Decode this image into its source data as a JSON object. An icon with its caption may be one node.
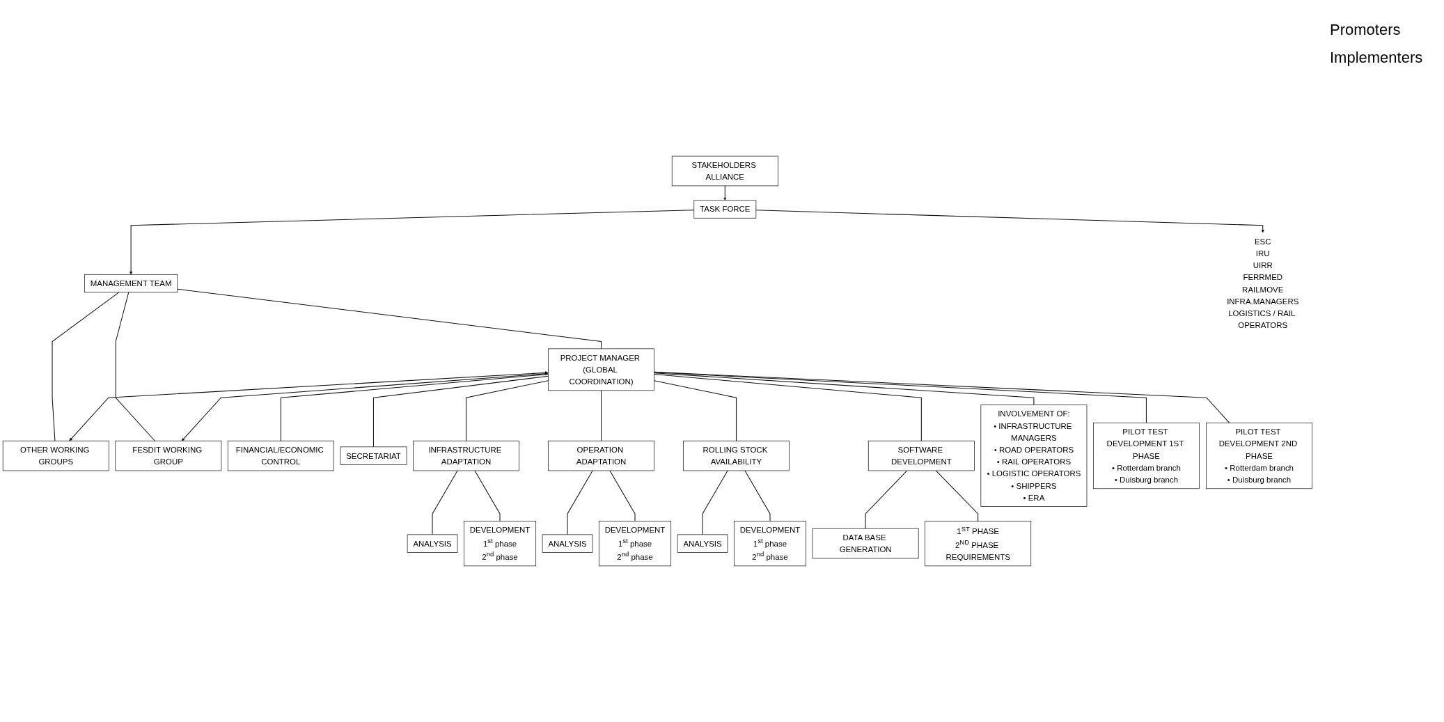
{
  "diagram": {
    "nodes": [
      {
        "text": [
          "STAKEHOLDERS ALLIANCE"
        ]
      },
      {
        "text": [
          "TASK FORCE"
        ]
      },
      {
        "text": [
          "ESC",
          "IRU",
          "UIRR",
          "FERRMED",
          "RAILMOVE",
          "INFRA.MANAGERS",
          "LOGISTICS / RAIL OPERATORS"
        ]
      },
      {
        "text": [
          "MANAGEMENT TEAM"
        ]
      },
      {
        "text": [
          "OTHER WORKING GROUPS"
        ]
      },
      {
        "text": [
          "FESDIT WORKING GROUP"
        ]
      },
      {
        "text": [
          "PROJECT MANAGER (GLOBAL COORDINATION)"
        ]
      },
      {
        "text": [
          "FINANCIAL/ECONOMIC CONTROL"
        ]
      },
      {
        "text": [
          "SECRETARIAT"
        ]
      },
      {
        "text": [
          "INFRASTRUCTURE ADAPTATION"
        ]
      },
      {
        "text": [
          "ANALYSIS"
        ]
      },
      {
        "text": [
          "DEVELOPMENT",
          "1$^{st}$ phase",
          "2$^{nd}$ phase"
        ]
      },
      {
        "text": [
          "OPERATION ADAPTATION"
        ]
      },
      {
        "text": [
          "ANALYSIS"
        ]
      },
      {
        "text": [
          "DEVELOPMENT",
          "1$^{st}$ phase",
          "2$^{nd}$ phase"
        ]
      },
      {
        "text": [
          "ROLLING STOCK AVAILABILITY"
        ]
      },
      {
        "text": [
          "ANALYSIS"
        ]
      },
      {
        "text": [
          "DEVELOPMENT",
          "1$^{st}$ phase",
          "2$^{nd}$ phase"
        ]
      },
      {
        "text": [
          "SOFTWARE DEVELOPMENT"
        ]
      },
      {
        "text": [
          "DATA BASE GENERATION"
        ]
      },
      {
        "text": [
          "1$^{ST}$ PHASE",
          "2$^{ND}$ PHASE REQUIREMENTS"
        ]
      },
      {
        "text": [
          "INVOLVEMENT OF:",
          "• INFRASTRUCTURE MANAGERS",
          "• ROAD OPERATORS",
          "• RAIL OPERATORS",
          "• LOGISTIC OPERATORS",
          "• SHIPPERS",
          "• ERA"
        ]
      },
      {
        "text": [
          "PILOT TEST DEVELOPMENT 1ST PHASE",
          "• Rotterdam branch",
          "• Duisburg branch"
        ]
      },
      {
        "text": [
          "PILOT TEST DEVELOPMENT 2ND PHASE",
          "• Rotterdam branch",
          "• Duisburg branch"
        ]
      }
    ],
    "edges": [
      {
        "from": 0,
        "to": 1,
        "arrow": "to"
      },
      {
        "from": 1,
        "to": 2,
        "arrow": "to"
      },
      {
        "from": 1,
        "to": 3,
        "arrow": "to"
      },
      {
        "from": 3,
        "to": 4,
        "arrow": "none"
      },
      {
        "from": 3,
        "to": 5,
        "arrow": "none"
      },
      {
        "from": 3,
        "to": 6,
        "arrow": "none"
      },
      {
        "from": 6,
        "to": 4,
        "arrow": "both"
      },
      {
        "from": 6,
        "to": 5,
        "arrow": "both"
      },
      {
        "from": 6,
        "to": 7,
        "arrow": "none"
      },
      {
        "from": 6,
        "to": 8,
        "arrow": "none"
      },
      {
        "from": 6,
        "to": 9,
        "arrow": "none"
      },
      {
        "from": 6,
        "to": 12,
        "arrow": "none"
      },
      {
        "from": 6,
        "to": 15,
        "arrow": "none"
      },
      {
        "from": 6,
        "to": 18,
        "arrow": "none"
      },
      {
        "from": 6,
        "to": 21,
        "arrow": "none"
      },
      {
        "from": 6,
        "to": 22,
        "arrow": "none"
      },
      {
        "from": 6,
        "to": 23,
        "arrow": "none"
      },
      {
        "from": 9,
        "to": 10,
        "arrow": "none"
      },
      {
        "from": 9,
        "to": 11,
        "arrow": "none"
      },
      {
        "from": 12,
        "to": 13,
        "arrow": "none"
      },
      {
        "from": 12,
        "to": 14,
        "arrow": "none"
      },
      {
        "from": 15,
        "to": 16,
        "arrow": "none"
      },
      {
        "from": 15,
        "to": 17,
        "arrow": "none"
      },
      {
        "from": 18,
        "to": 19,
        "arrow": "none"
      },
      {
        "from": 18,
        "to": 20,
        "arrow": "none"
      }
    ],
    "labels": [
      "Promoters",
      "Implementers"
    ]
  }
}
